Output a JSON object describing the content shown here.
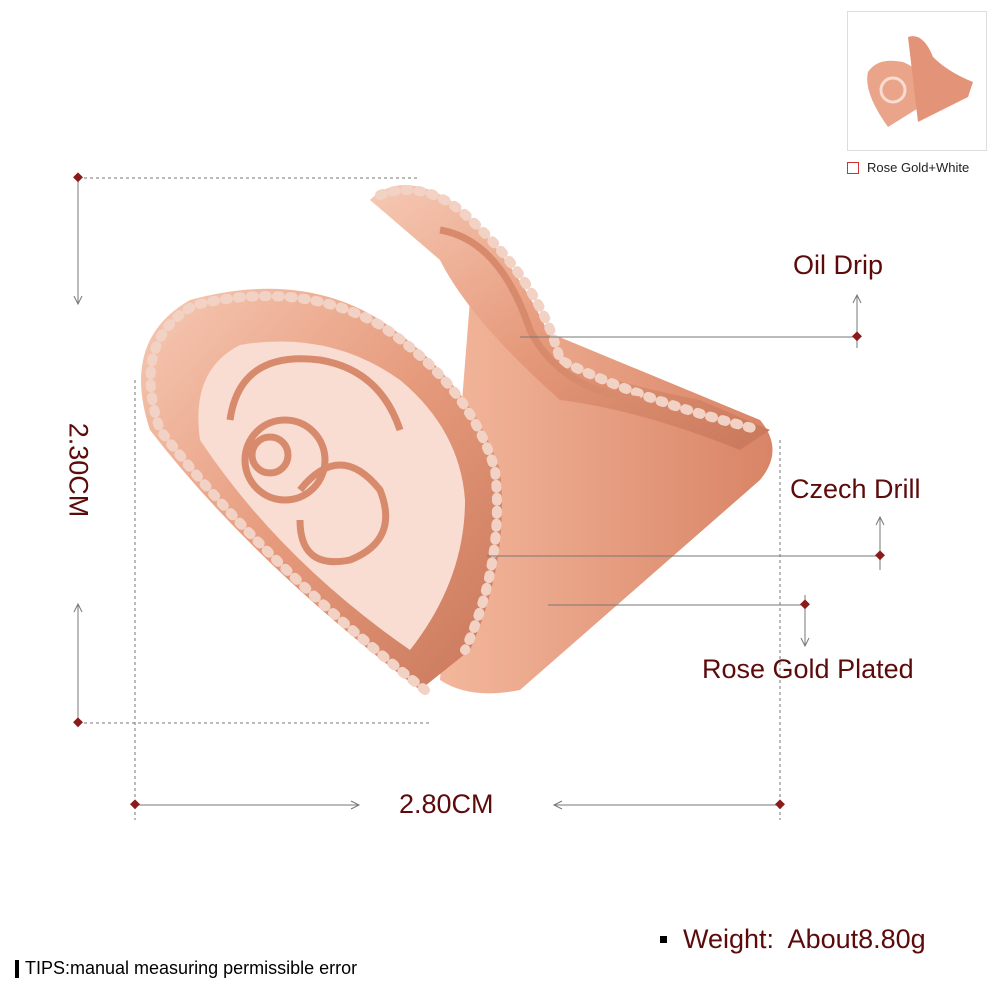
{
  "thumbnail": {
    "option_label": "Rose Gold+White"
  },
  "dimensions": {
    "height": "2.30CM",
    "width": "2.80CM"
  },
  "callouts": {
    "oil_drip": "Oil Drip",
    "czech_drill": "Czech Drill",
    "rose_gold_plated": "Rose Gold Plated"
  },
  "weight": "Weight:  About8.80g",
  "tips": "TIPS:manual measuring permissible error",
  "colors": {
    "label": "#5c0b0b",
    "ring": "#e9a58a",
    "accent_dot": "#8b1a1a"
  }
}
